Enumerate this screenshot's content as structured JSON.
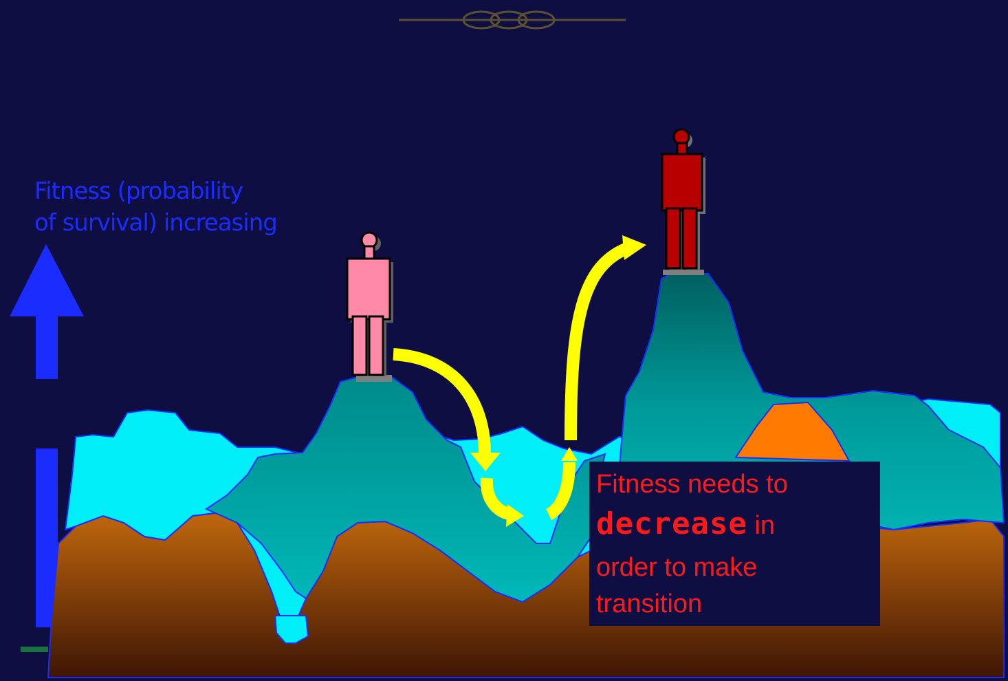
{
  "axis": {
    "label_line1": "Fitness (probability",
    "label_line2": "of survival) increasing"
  },
  "callout": {
    "line1": "Fitness needs to",
    "emphasis": "decrease",
    "line2_rest": " in",
    "line3": "order to make",
    "line4": "transition"
  },
  "colors": {
    "background": "#0e0e42",
    "axis_arrow": "#1a2cff",
    "callout_text": "#ff1a1a",
    "low_fitness_person": "#ff8aa8",
    "high_fitness_person": "#b80000",
    "transition_arrows": "#ffff00",
    "water": "#00f0ff",
    "teal_hills": "#00a0a0",
    "ground": "#b06010",
    "orange_peak": "#ff7a00"
  },
  "icons": [
    "divider-ornament",
    "up-arrow",
    "person-figure",
    "curved-arrow"
  ]
}
